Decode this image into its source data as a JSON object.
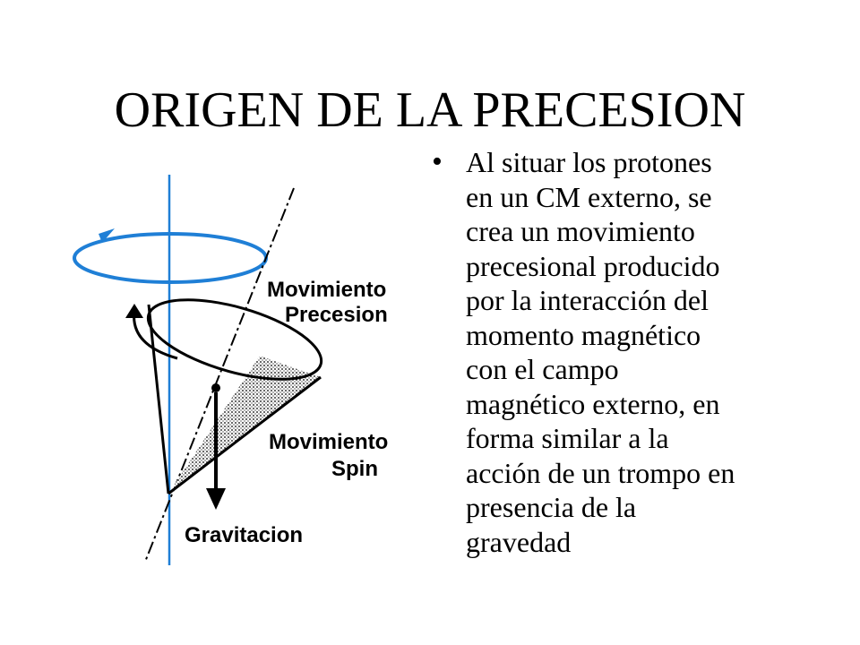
{
  "slide": {
    "title": "ORIGEN DE LA PRECESION",
    "bullet_char": "•",
    "bullet_text": "Al situar los protones\nen un CM externo, se\ncrea un  movimiento\nprecesional   producido\npor la interacción  del\nmomento magnético\ncon el campo\nmagnético externo, en\nforma similar  a la\nacción de un trompo en\npresencia  de la\ngravedad"
  },
  "diagram": {
    "labels": {
      "precession_line1": "Movimiento",
      "precession_line2": "Precesion",
      "spin_line1": "Movimiento",
      "spin_line2": "Spin",
      "gravity": "Gravitacion"
    },
    "colors": {
      "axis_blue": "#1f7fd6",
      "ink": "#000000"
    }
  }
}
